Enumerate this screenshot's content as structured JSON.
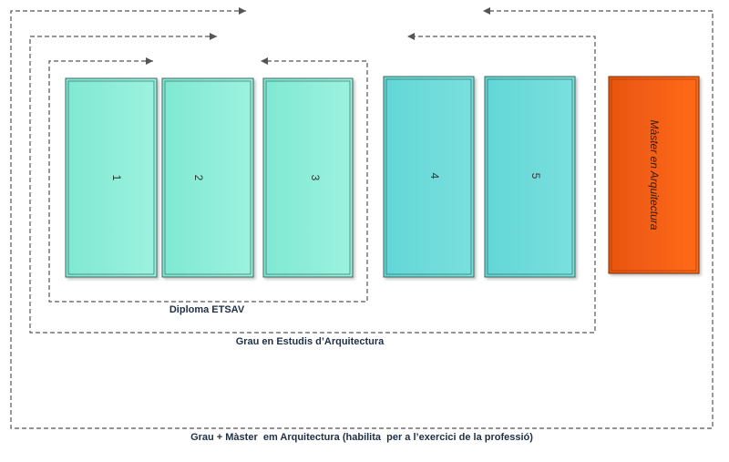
{
  "years": [
    "1",
    "2",
    "3",
    "4",
    "5"
  ],
  "master_block": {
    "label": "Màster en Arquitectura"
  },
  "groups": {
    "diploma": {
      "label": "Diploma ETSAV"
    },
    "grau": {
      "label": "Grau en Estudis d’Arquitectura"
    },
    "grau_master": {
      "label": "Grau + Màster  em Arquitectura (habilita  per a l’exercici de la professió)"
    }
  },
  "colors": {
    "year_light": "#8ff0dc",
    "year_teal": "#6fdcda",
    "master": "#f05a14",
    "dash": "#555555"
  }
}
